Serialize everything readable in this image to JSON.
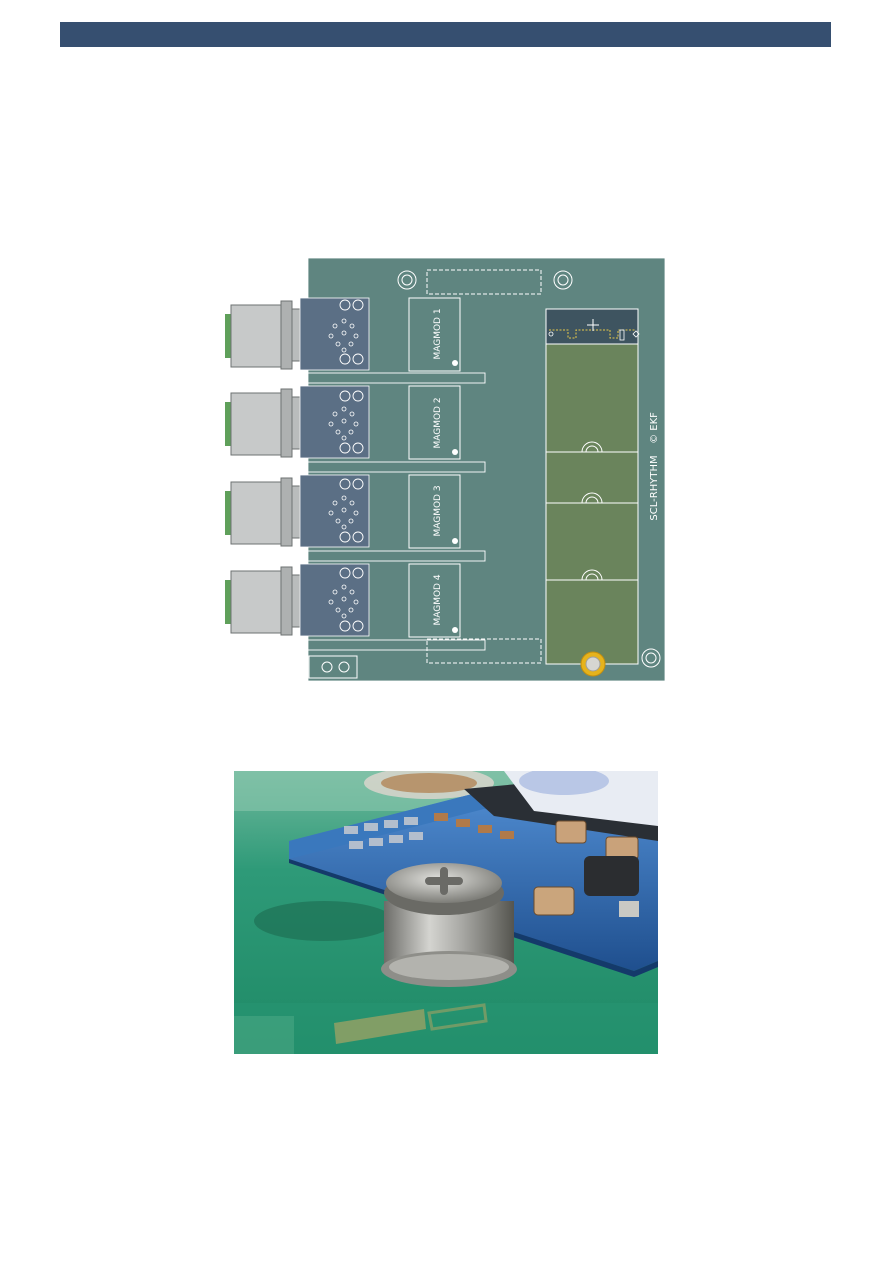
{
  "header": {
    "color": "#364f70"
  },
  "board": {
    "colors": {
      "pcb": "#5f8580",
      "jack_body": "#c7c9c9",
      "jack_connector": "#5b6f85",
      "green_tab": "#5fa05a",
      "m2_slot": "#6a845c",
      "m2_header": "#3e5460",
      "standoff": "#e6b31c"
    },
    "modules": [
      {
        "label": "MAGMOD 1"
      },
      {
        "label": "MAGMOD 2"
      },
      {
        "label": "MAGMOD 3"
      },
      {
        "label": "MAGMOD 4"
      }
    ],
    "board_label": "SCL-RHYTHM",
    "copyright_label": "© EKF"
  },
  "photo": {
    "colors": {
      "board_green": "#2d9a78",
      "module_blue": "#2f6fb3",
      "screw_metal": "#b9b9b5",
      "logo_gold": "#c9a35a"
    }
  }
}
